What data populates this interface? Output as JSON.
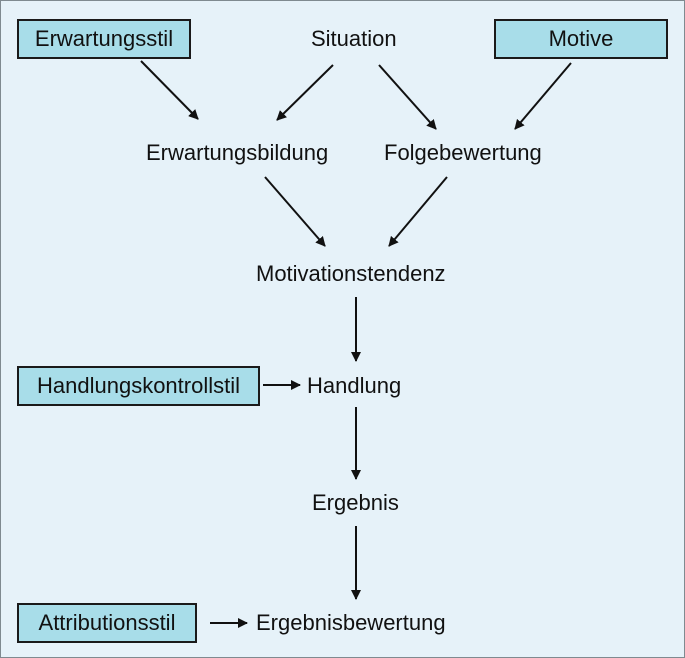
{
  "diagram": {
    "boxes": {
      "erwartungsstil": "Erwartungsstil",
      "motive": "Motive",
      "handlungskontrollstil": "Handlungskontrollstil",
      "attributionsstil": "Attributionsstil"
    },
    "nodes": {
      "situation": "Situation",
      "erwartungsbildung": "Erwartungsbildung",
      "folgebewertung": "Folgebewertung",
      "motivationstendenz": "Motivationstendenz",
      "handlung": "Handlung",
      "ergebnis": "Ergebnis",
      "ergebnisbewertung": "Ergebnisbewertung"
    },
    "colors": {
      "background": "#e6f2f9",
      "box_fill": "#a8dde9",
      "line": "#111111"
    }
  }
}
